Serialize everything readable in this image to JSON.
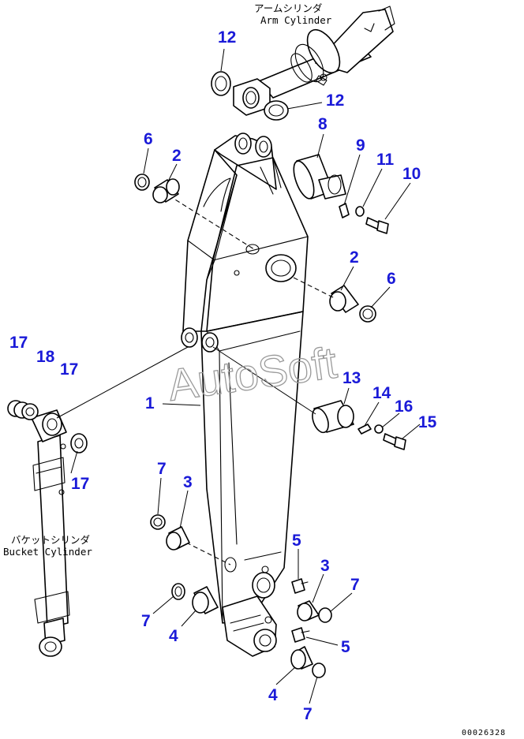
{
  "captions": {
    "arm_cylinder_jp": "アームシリンダ",
    "arm_cylinder_en": "Arm Cylinder",
    "bucket_cylinder_jp": "バケットシリンダ",
    "bucket_cylinder_en": "Bucket Cylinder"
  },
  "watermark": "AutoSoft",
  "drawing_code": "00026328",
  "callouts": [
    {
      "name": "callout-12-top",
      "text": "12"
    },
    {
      "name": "callout-12-right",
      "text": "12"
    },
    {
      "name": "callout-8",
      "text": "8"
    },
    {
      "name": "callout-6-top",
      "text": "6"
    },
    {
      "name": "callout-2-top",
      "text": "2"
    },
    {
      "name": "callout-9",
      "text": "9"
    },
    {
      "name": "callout-11",
      "text": "11"
    },
    {
      "name": "callout-10",
      "text": "10"
    },
    {
      "name": "callout-2-right",
      "text": "2"
    },
    {
      "name": "callout-6-right",
      "text": "6"
    },
    {
      "name": "callout-17-left",
      "text": "17"
    },
    {
      "name": "callout-18",
      "text": "18"
    },
    {
      "name": "callout-17-mid",
      "text": "17"
    },
    {
      "name": "callout-13",
      "text": "13"
    },
    {
      "name": "callout-1",
      "text": "1"
    },
    {
      "name": "callout-14",
      "text": "14"
    },
    {
      "name": "callout-16",
      "text": "16"
    },
    {
      "name": "callout-15",
      "text": "15"
    },
    {
      "name": "callout-17-lower",
      "text": "17"
    },
    {
      "name": "callout-7-upper-left",
      "text": "7"
    },
    {
      "name": "callout-3-left",
      "text": "3"
    },
    {
      "name": "callout-5-upper",
      "text": "5"
    },
    {
      "name": "callout-3-right",
      "text": "3"
    },
    {
      "name": "callout-7-right",
      "text": "7"
    },
    {
      "name": "callout-7-lower-left",
      "text": "7"
    },
    {
      "name": "callout-4-left",
      "text": "4"
    },
    {
      "name": "callout-5-lower",
      "text": "5"
    },
    {
      "name": "callout-4-bottom",
      "text": "4"
    },
    {
      "name": "callout-7-bottom",
      "text": "7"
    }
  ]
}
